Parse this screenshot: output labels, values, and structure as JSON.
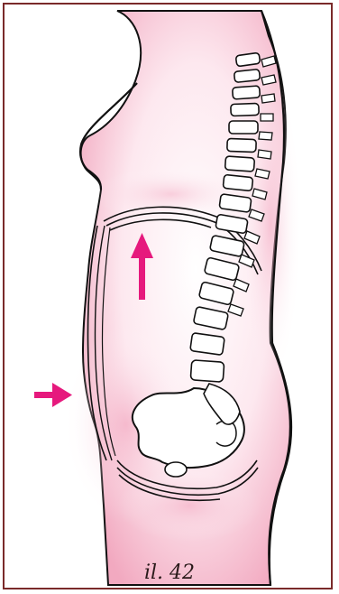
{
  "figure": {
    "caption": "il. 42",
    "frame_color": "#7a2a2a",
    "body_fill": "#f6c6d4",
    "accent_color": "#e6197d",
    "outline_color": "#111111",
    "arrows": [
      {
        "name": "upward-arrow",
        "direction": "up"
      },
      {
        "name": "inward-arrow",
        "direction": "right"
      }
    ]
  }
}
